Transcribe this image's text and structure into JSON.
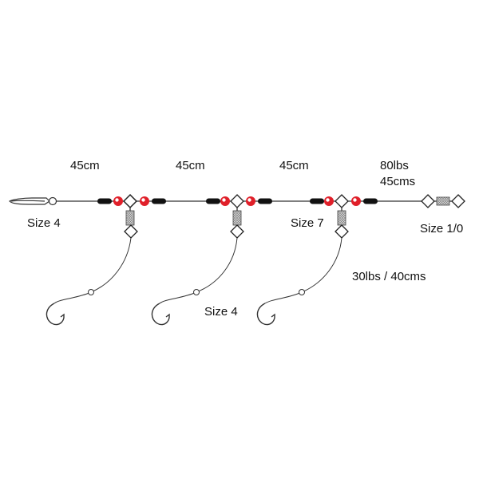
{
  "labels": {
    "len1": "45cm",
    "len2": "45cm",
    "len3": "45cm",
    "main_line_strength": "80lbs",
    "main_line_length": "45cms",
    "clip_size": "Size 4",
    "hook_size": "Size 4",
    "swivel_size": "Size 7",
    "end_swivel_size": "Size 1/0",
    "snood": "30lbs / 40cms"
  },
  "colors": {
    "line": "#333333",
    "bead_red": "#e0202a",
    "sleeve_black": "#111111",
    "swivel_fill": "#bfbfbf"
  }
}
